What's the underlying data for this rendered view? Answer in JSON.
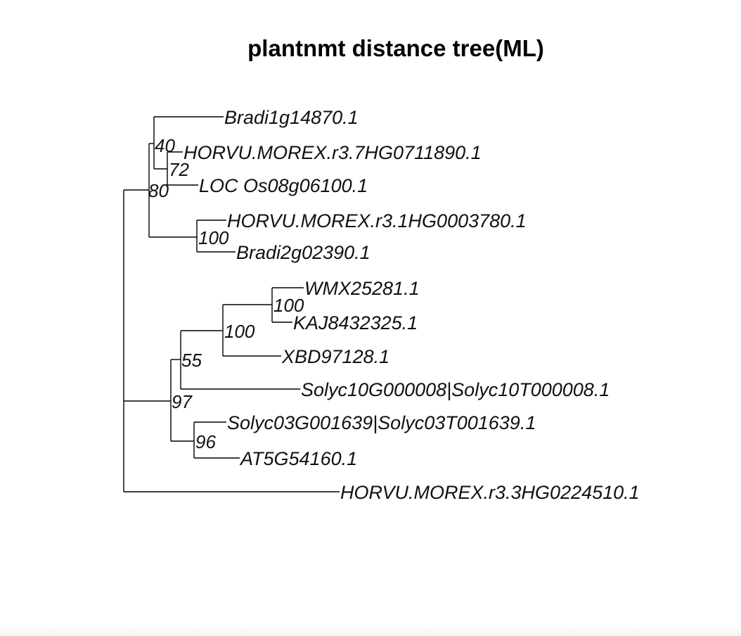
{
  "title": "plantnmt distance tree(ML)",
  "tree": {
    "id": "root",
    "children": [
      {
        "id": "n80",
        "support": "80",
        "children": [
          {
            "id": "n40",
            "support": "40",
            "children": [
              {
                "id": "t1",
                "label": "Bradi1g14870.1"
              },
              {
                "id": "n72",
                "support": "72",
                "children": [
                  {
                    "id": "t2",
                    "label": "HORVU.MOREX.r3.7HG0711890.1"
                  },
                  {
                    "id": "t3",
                    "label": "LOC Os08g06100.1"
                  }
                ]
              }
            ]
          },
          {
            "id": "n100a",
            "support": "100",
            "children": [
              {
                "id": "t4",
                "label": "HORVU.MOREX.r3.1HG0003780.1"
              },
              {
                "id": "t5",
                "label": "Bradi2g02390.1"
              }
            ]
          }
        ]
      },
      {
        "id": "n97",
        "support": "97",
        "children": [
          {
            "id": "n55",
            "support": "55",
            "children": [
              {
                "id": "n100b",
                "support": "100",
                "children": [
                  {
                    "id": "n100c",
                    "support": "100",
                    "children": [
                      {
                        "id": "t6",
                        "label": "WMX25281.1"
                      },
                      {
                        "id": "t7",
                        "label": "KAJ8432325.1"
                      }
                    ]
                  },
                  {
                    "id": "t8",
                    "label": "XBD97128.1"
                  }
                ]
              },
              {
                "id": "t9",
                "label": "Solyc10G000008|Solyc10T000008.1"
              }
            ]
          },
          {
            "id": "n96",
            "support": "96",
            "children": [
              {
                "id": "t10",
                "label": "Solyc03G001639|Solyc03T001639.1"
              },
              {
                "id": "t11",
                "label": "AT5G54160.1"
              }
            ]
          }
        ]
      },
      {
        "id": "t12",
        "label": "HORVU.MOREX.r3.3HG0224510.1"
      }
    ]
  }
}
